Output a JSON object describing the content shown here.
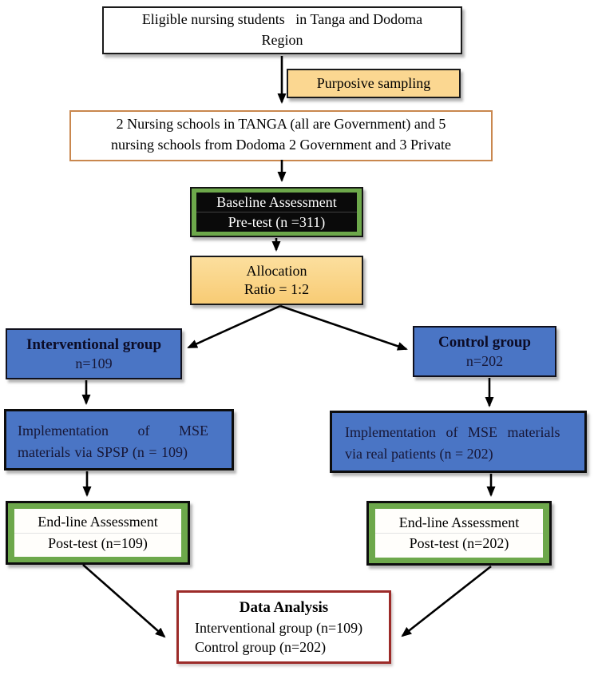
{
  "nodes": {
    "eligible": {
      "line1": "Eligible nursing students   in Tanga and Dodoma",
      "line2": "Region"
    },
    "purposive": {
      "text": "Purposive sampling"
    },
    "schools": {
      "line1": "2 Nursing schools in TANGA (all are Government) and 5",
      "line2": "nursing schools from Dodoma 2 Government and 3 Private"
    },
    "baseline": {
      "line1": "Baseline Assessment",
      "line2": "Pre-test (n =311)"
    },
    "allocation": {
      "line1": "Allocation",
      "line2": "Ratio = 1:2"
    },
    "interventional": {
      "title": "Interventional group",
      "count": "n=109"
    },
    "control": {
      "title": "Control group",
      "count": "n=202"
    },
    "impl_left": {
      "line1": "Implementation of MSE",
      "line2": "materials via SPSP (n = 109)"
    },
    "impl_right": {
      "line1": "Implementation of MSE materials",
      "line2": "via real patients (n = 202)"
    },
    "endline_left": {
      "line1": "End-line Assessment",
      "line2": "Post-test (n=109)"
    },
    "endline_right": {
      "line1": "End-line Assessment",
      "line2": "Post-test (n=202)"
    },
    "analysis": {
      "title": "Data Analysis",
      "line1": "Interventional group (n=109)",
      "line2": "Control group (n=202)"
    }
  },
  "colors": {
    "blue_fill": "#4a75c5",
    "tan_fill": "#fbd791",
    "tan_light": "#fcdf9e",
    "tan_dark": "#f8cb74",
    "green_fill": "#6da84b",
    "orange_border": "#c9874e",
    "red_border": "#9c2b29",
    "box_black": "#0a0a0a",
    "arrow_black": "#000000"
  }
}
